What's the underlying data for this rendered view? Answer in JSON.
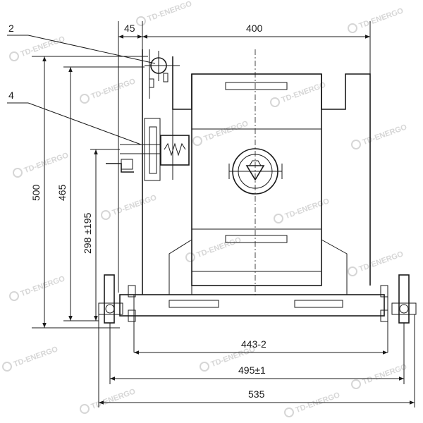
{
  "drawing": {
    "dimensions": {
      "d_45": "45",
      "d_400": "400",
      "d_500": "500",
      "d_465": "465",
      "d_298": "298 ±195",
      "d_443": "443-2",
      "d_495": "495±1",
      "d_535": "535"
    },
    "callouts": {
      "c2": "2",
      "c4": "4"
    },
    "watermark": {
      "text": "TD-ENERGO",
      "icon": "td-energo-logo-icon"
    }
  }
}
